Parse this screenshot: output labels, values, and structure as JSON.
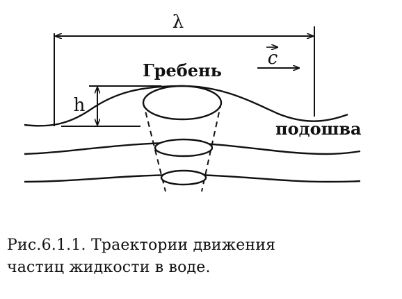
{
  "diagram": {
    "labels": {
      "wavelength": "λ",
      "velocity": "c",
      "height": "h",
      "crest": "Гребень",
      "trough": "подошва"
    },
    "colors": {
      "ink": "#111111",
      "background": "#ffffff"
    }
  },
  "caption": {
    "line1": "Рис.6.1.1. Траектории движения",
    "line2": "частиц жидкости в воде."
  }
}
